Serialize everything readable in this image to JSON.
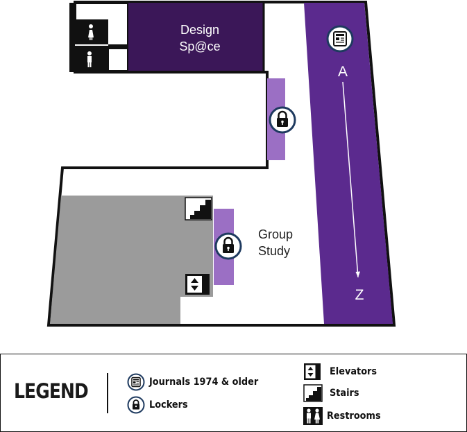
{
  "map": {
    "rooms": {
      "design_space": [
        "Design",
        "Sp@ce"
      ],
      "group_study": [
        "Group",
        "Study"
      ]
    },
    "range": {
      "start": "A",
      "end": "Z"
    }
  },
  "legend": {
    "title": "LEGEND",
    "items": {
      "journals": "Journals 1974 & older",
      "lockers": "Lockers",
      "elevators": "Elevators",
      "stairs": "Stairs",
      "restrooms": "Restrooms"
    }
  },
  "colors": {
    "dark_purple": "#3b1758",
    "purple": "#5b2a8e",
    "light_purple": "#9b6fc4",
    "gray": "#9a9a9a",
    "navy": "#1e3a5f"
  }
}
